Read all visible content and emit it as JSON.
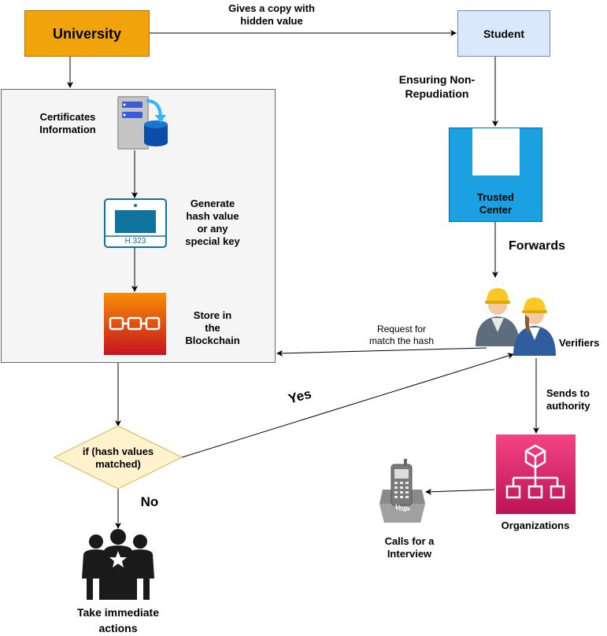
{
  "nodes": {
    "university": "University",
    "student": "Student",
    "certificates": "Certificates\nInformation",
    "generate": "Generate\nhash value\nor any\nspecial key",
    "terminal_label": "H.323",
    "store": "Store in\nthe\nBlockchain",
    "trusted_center": "Trusted\nCenter",
    "verifiers": "Verifiers",
    "organizations": "Organizations",
    "decision": "if (hash values\nmatched)",
    "calls": "Calls for a\nInterview",
    "take_actions": "Take immediate\nactions",
    "voip_label": "VoIP"
  },
  "edges": {
    "gives_copy": "Gives a copy with\nhidden value",
    "ensuring": "Ensuring Non-\nRepudiation",
    "forwards": "Forwards",
    "request": "Request for\nmatch the hash",
    "sends": "Sends to\nauthority",
    "yes": "Yes",
    "no": "No"
  },
  "colors": {
    "university_fill": "#f0a30a",
    "student_fill": "#dae8fc",
    "trusted_fill": "#1ba1e2",
    "organizations_fill": "#e7157b",
    "blockchain_fill": "#f78e04",
    "decision_fill": "#fff2cc",
    "group_fill": "#f5f5f5"
  }
}
